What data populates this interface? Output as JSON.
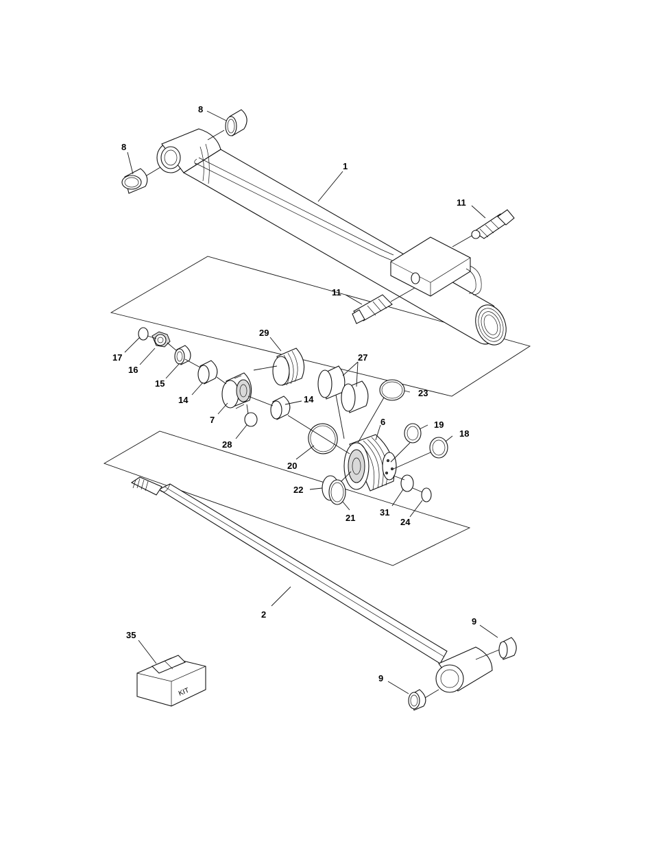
{
  "callouts": [
    {
      "id": "c8a",
      "text": "8"
    },
    {
      "id": "c8b",
      "text": "8"
    },
    {
      "id": "c1",
      "text": "1"
    },
    {
      "id": "c11a",
      "text": "11"
    },
    {
      "id": "c11b",
      "text": "11"
    },
    {
      "id": "c29",
      "text": "29"
    },
    {
      "id": "c17",
      "text": "17"
    },
    {
      "id": "c16",
      "text": "16"
    },
    {
      "id": "c15",
      "text": "15"
    },
    {
      "id": "c14a",
      "text": "14"
    },
    {
      "id": "c27",
      "text": "27"
    },
    {
      "id": "c23",
      "text": "23"
    },
    {
      "id": "c14b",
      "text": "14"
    },
    {
      "id": "c7",
      "text": "7"
    },
    {
      "id": "c6",
      "text": "6"
    },
    {
      "id": "c19",
      "text": "19"
    },
    {
      "id": "c18",
      "text": "18"
    },
    {
      "id": "c28",
      "text": "28"
    },
    {
      "id": "c20",
      "text": "20"
    },
    {
      "id": "c22",
      "text": "22"
    },
    {
      "id": "c21",
      "text": "21"
    },
    {
      "id": "c31",
      "text": "31"
    },
    {
      "id": "c24",
      "text": "24"
    },
    {
      "id": "c2",
      "text": "2"
    },
    {
      "id": "c9a",
      "text": "9"
    },
    {
      "id": "c35",
      "text": "35"
    },
    {
      "id": "c9b",
      "text": "9"
    }
  ],
  "kit_box_label": "KIT"
}
